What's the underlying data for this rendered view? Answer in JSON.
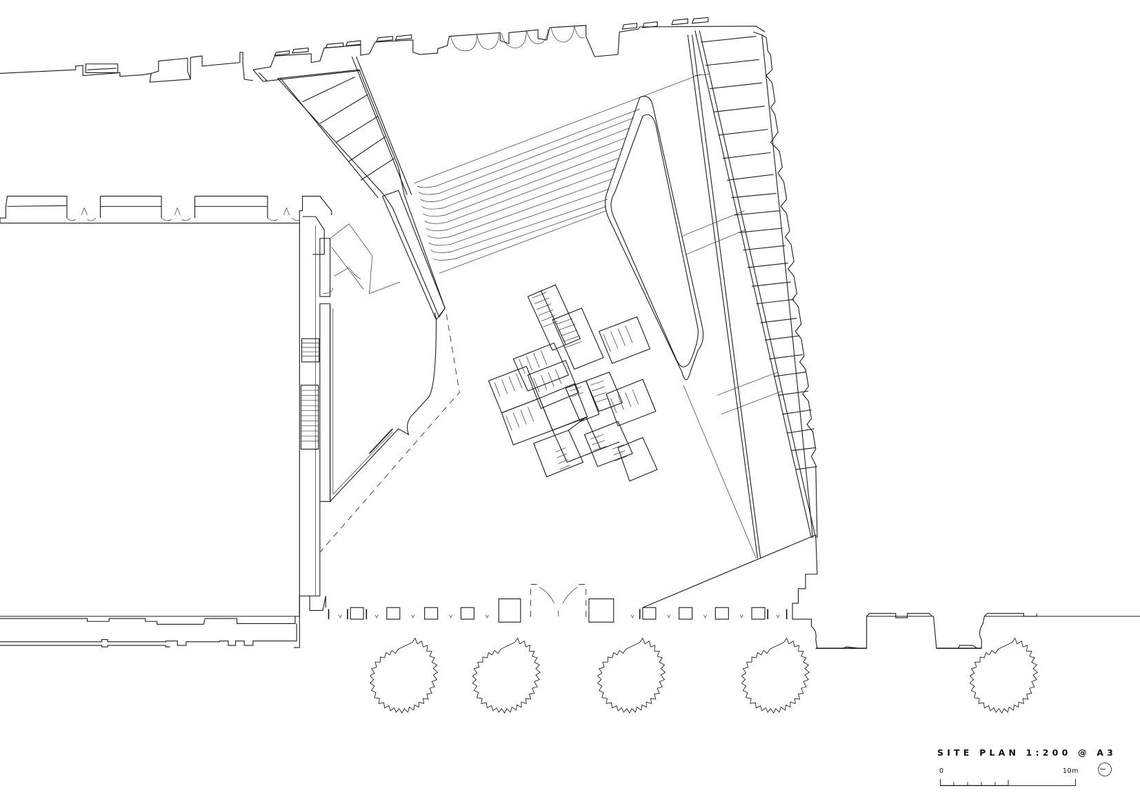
{
  "drawing": {
    "type": "architectural site plan",
    "title": "SITE PLAN 1:200 @ A3",
    "scale": "1:200",
    "paper_size": "A3",
    "scale_bar": {
      "start_label": "0",
      "end_label": "10m",
      "divisions": 5
    },
    "north_arrow": "north-arrow-icon"
  },
  "elements": {
    "trees_count": 5,
    "stair_modules": "central cluster of stair blocks",
    "line_color": "#1a1a1a",
    "background": "#ffffff"
  }
}
